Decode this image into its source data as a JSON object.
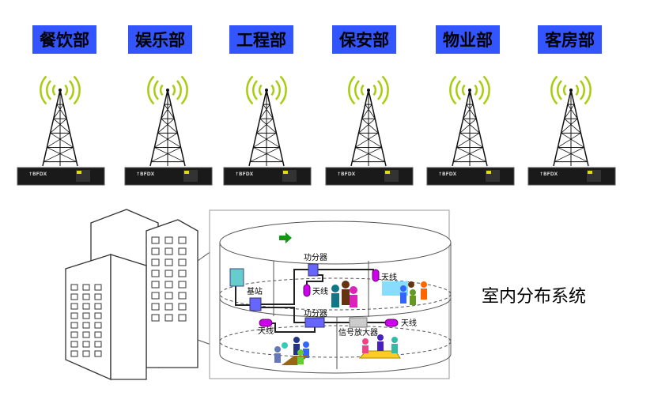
{
  "departments": [
    {
      "label": "餐饮部"
    },
    {
      "label": "娱乐部"
    },
    {
      "label": "工程部"
    },
    {
      "label": "保安部"
    },
    {
      "label": "物业部"
    },
    {
      "label": "客房部"
    }
  ],
  "repeater_brand": "BFDX",
  "diagram": {
    "splitter_top": "功分器",
    "base_station": "基站",
    "antenna_1": "天线",
    "antenna_2": "天线",
    "splitter_bottom": "功分器",
    "antenna_3": "天线",
    "amplifier": "信号放大器",
    "antenna_4": "天线"
  },
  "system_title": "室内分布系统",
  "colors": {
    "label_bg": "#3355ff",
    "wave": "#a8cc10",
    "antenna": "#cc00ee",
    "device": "#6666ff"
  }
}
